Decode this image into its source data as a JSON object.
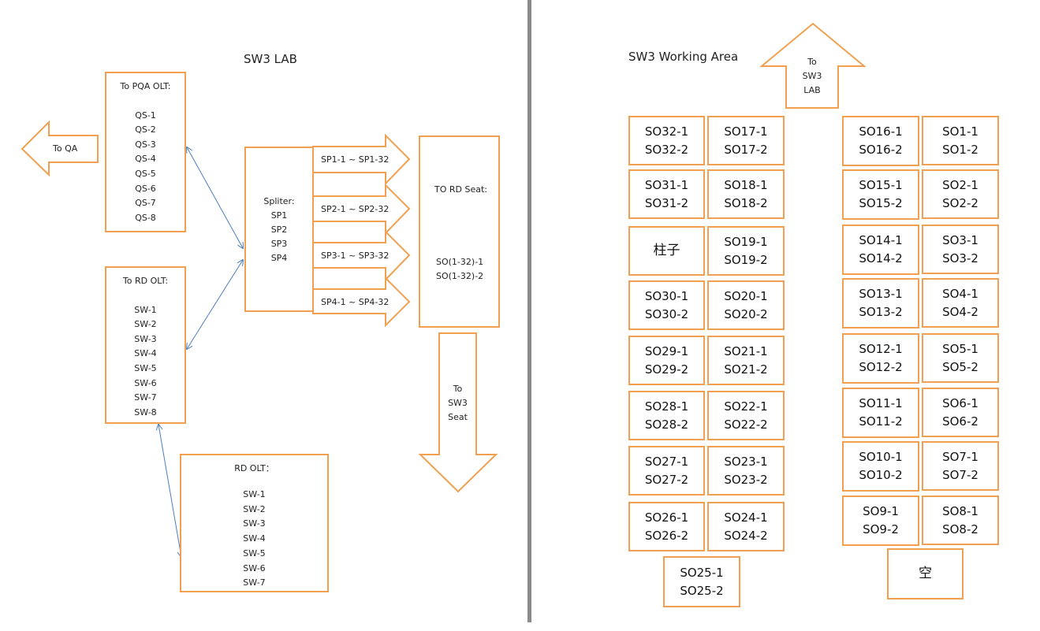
{
  "lab": {
    "title": "SW3 LAB",
    "to_qa": "To QA",
    "pqa_olt": {
      "heading": "To PQA OLT:",
      "items": [
        "QS-1",
        "QS-2",
        "QS-3",
        "QS-4",
        "QS-5",
        "QS-6",
        "QS-7",
        "QS-8"
      ]
    },
    "rd_olt_in": {
      "heading": "To RD OLT:",
      "items": [
        "SW-1",
        "SW-2",
        "SW-3",
        "SW-4",
        "SW-5",
        "SW-6",
        "SW-7",
        "SW-8"
      ]
    },
    "rd_olt": {
      "heading": "RD OLT：",
      "items": [
        "SW-1",
        "SW-2",
        "SW-3",
        "SW-4",
        "SW-5",
        "SW-6",
        "SW-7"
      ]
    },
    "splitter": {
      "heading": "Spliter:",
      "items": [
        "SP1",
        "SP2",
        "SP3",
        "SP4"
      ]
    },
    "sp_arrows": [
      "SP1-1 ~ SP1-32",
      "SP2-1 ~ SP2-32",
      "SP3-1 ~ SP3-32",
      "SP4-1 ~ SP4-32"
    ],
    "rd_seat": {
      "heading": "TO RD Seat:",
      "line1": "SO(1-32)-1",
      "line2": "SO(1-32)-2"
    },
    "to_sw3_seat": [
      "To",
      "SW3",
      "Seat"
    ]
  },
  "work": {
    "title": "SW3 Working Area",
    "to_sw3_lab": [
      "To",
      "SW3",
      "LAB"
    ],
    "col1": [
      [
        "SO32-1",
        "SO32-2"
      ],
      [
        "SO31-1",
        "SO31-2"
      ],
      [
        "柱子"
      ],
      [
        "SO30-1",
        "SO30-2"
      ],
      [
        "SO29-1",
        "SO29-2"
      ],
      [
        "SO28-1",
        "SO28-2"
      ],
      [
        "SO27-1",
        "SO27-2"
      ],
      [
        "SO26-1",
        "SO26-2"
      ]
    ],
    "col2": [
      [
        "SO17-1",
        "SO17-2"
      ],
      [
        "SO18-1",
        "SO18-2"
      ],
      [
        "SO19-1",
        "SO19-2"
      ],
      [
        "SO20-1",
        "SO20-2"
      ],
      [
        "SO21-1",
        "SO21-2"
      ],
      [
        "SO22-1",
        "SO22-2"
      ],
      [
        "SO23-1",
        "SO23-2"
      ],
      [
        "SO24-1",
        "SO24-2"
      ]
    ],
    "extra_left": [
      "SO25-1",
      "SO25-2"
    ],
    "col3": [
      [
        "SO16-1",
        "SO16-2"
      ],
      [
        "SO15-1",
        "SO15-2"
      ],
      [
        "SO14-1",
        "SO14-2"
      ],
      [
        "SO13-1",
        "SO13-2"
      ],
      [
        "SO12-1",
        "SO12-2"
      ],
      [
        "SO11-1",
        "SO11-2"
      ],
      [
        "SO10-1",
        "SO10-2"
      ],
      [
        "SO9-1",
        "SO9-2"
      ]
    ],
    "col4": [
      [
        "SO1-1",
        "SO1-2"
      ],
      [
        "SO2-1",
        "SO2-2"
      ],
      [
        "SO3-1",
        "SO3-2"
      ],
      [
        "SO4-1",
        "SO4-2"
      ],
      [
        "SO5-1",
        "SO5-2"
      ],
      [
        "SO6-1",
        "SO6-2"
      ],
      [
        "SO7-1",
        "SO7-2"
      ],
      [
        "SO8-1",
        "SO8-2"
      ]
    ],
    "extra_right": [
      "空"
    ]
  },
  "colors": {
    "border": "#f0a050",
    "connector": "#4a7fc0",
    "divider": "#8a8a8a"
  }
}
